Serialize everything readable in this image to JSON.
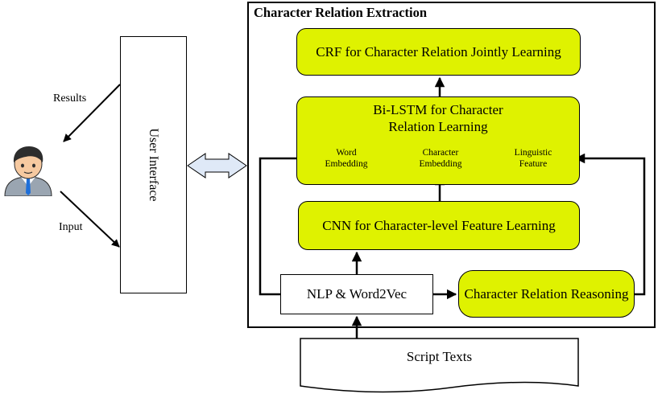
{
  "title": "Character Relation Extraction",
  "user_interface": "User Interface",
  "results": "Results",
  "input": "Input",
  "crf": "CRF for Character Relation Jointly Learning",
  "bilstm": {
    "line1": "Bi-LSTM for Character",
    "line2": "Relation Learning"
  },
  "features": [
    {
      "line1": "Word",
      "line2": "Embedding"
    },
    {
      "line1": "Character",
      "line2": "Embedding"
    },
    {
      "line1": "Linguistic",
      "line2": "Feature"
    }
  ],
  "cnn": "CNN for Character-level Feature Learning",
  "nlp": "NLP & Word2Vec",
  "reasoning": "Character Relation Reasoning",
  "script_texts": "Script Texts",
  "colors": {
    "module_fill": "#dff200",
    "outline": "#000000",
    "bidirectional_arrow_fill": "#dfe9f7"
  },
  "icons": {
    "user": "user-avatar-icon"
  }
}
